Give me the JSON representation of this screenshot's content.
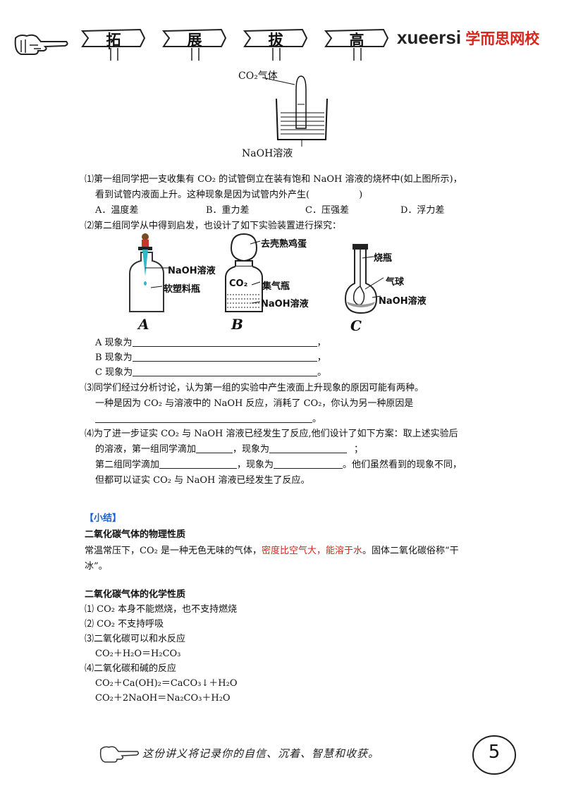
{
  "header": {
    "banner": [
      "拓",
      "展",
      "拔",
      "高"
    ],
    "brand_latin": "xueersi",
    "brand_cn": "学而思网校"
  },
  "fig1": {
    "label_gas": "CO₂气体",
    "label_solution": "NaOH溶液"
  },
  "q1": {
    "line1": "⑴第一组同学把一支收集有 CO₂ 的试管倒立在装有饱和 NaOH 溶液的烧杯中(如上图所示)，",
    "line2": "看到试管内液面上升。这种现象是因为试管内外产生(",
    "paren_close": ")",
    "options": [
      "A．温度差",
      "B．重力差",
      "C．压强差",
      "D．浮力差"
    ]
  },
  "q2": {
    "intro": "⑵第二组同学从中得到启发，也设计了如下实验装置进行探究：",
    "apparatus": {
      "A_naoh": "NaOH溶液",
      "A_bottle": "软塑料瓶",
      "A_caption": "A",
      "B_egg": "去壳熟鸡蛋",
      "B_co2": "CO₂",
      "B_bottle": "集气瓶",
      "B_naoh": "NaOH溶液",
      "B_caption": "B",
      "C_flask": "烧瓶",
      "C_balloon": "气球",
      "C_naoh": "NaOH溶液",
      "C_caption": "C"
    },
    "phenomena": [
      {
        "label": "A 现象为",
        "end": "，"
      },
      {
        "label": "B 现象为",
        "end": "，"
      },
      {
        "label": "C 现象为",
        "end": "。"
      }
    ]
  },
  "q3": {
    "line1": "⑶同学们经过分析讨论，认为第一组的实验中产生液面上升现象的原因可能有两种。",
    "line2": "一种是因为 CO₂ 与溶液中的 NaOH 反应，消耗了 CO₂，你认为另一种原因是",
    "end": "。"
  },
  "q4": {
    "line1": "⑷为了进一步证实 CO₂ 与 NaOH 溶液已经发生了反应,他们设计了如下方案：取上述实验后",
    "line2a": "的溶液，第一组同学滴加",
    "line2b": "，现象为",
    "line2c": "；",
    "line3a": "第二组同学滴加",
    "line3b": "，现象为",
    "line3c": "。他们虽然看到的现象不同，",
    "line4": "但都可以证实 CO₂ 与 NaOH 溶液已经发生了反应。"
  },
  "summary": {
    "tag": "【小结】",
    "phys_title": "二氧化碳气体的物理性质",
    "phys_a": "常温常压下，CO₂ 是一种无色无味的气体，",
    "phys_red": "密度比空气大，能溶于水",
    "phys_b": "。固体二氧化碳俗称“干",
    "phys_c": "冰”。",
    "chem_title": "二氧化碳气体的化学性质",
    "items": [
      "⑴ CO₂ 本身不能燃烧，也不支持燃烧",
      "⑵ CO₂ 不支持呼吸",
      "⑶二氧化碳可以和水反应",
      "CO₂＋H₂O＝H₂CO₃",
      "⑷二氧化碳和碱的反应",
      "CO₂＋Ca(OH)₂＝CaCO₃↓＋H₂O",
      "CO₂＋2NaOH＝Na₂CO₃＋H₂O"
    ]
  },
  "footer": {
    "motto": "这份讲义将记录你的自信、沉着、智慧和收获。",
    "page_number": "5"
  }
}
